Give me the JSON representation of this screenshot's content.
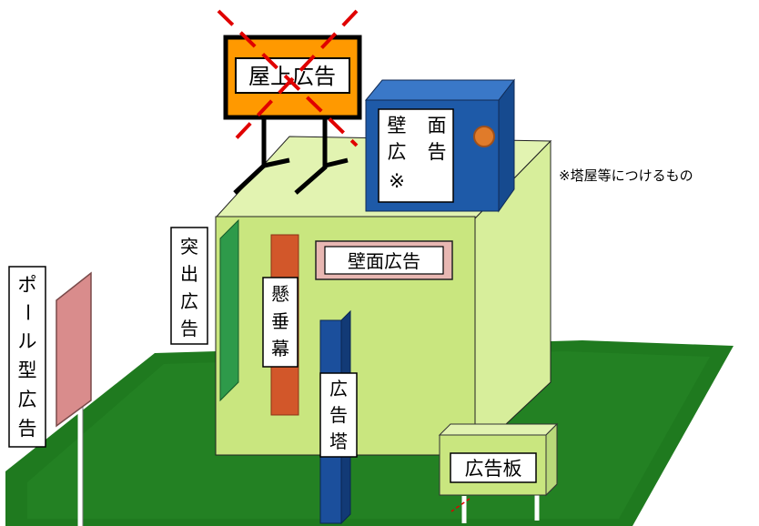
{
  "labels": {
    "rooftop": "屋上広告",
    "wall_upper_chars": [
      "壁",
      "面",
      "広",
      "告",
      "※"
    ],
    "wall_note": "※塔屋等につけるもの",
    "wall_ad": "壁面広告",
    "projecting_chars": [
      "突",
      "出",
      "広",
      "告"
    ],
    "banner_chars": [
      "懸",
      "垂",
      "幕"
    ],
    "tower_chars": [
      "広",
      "告",
      "塔"
    ],
    "pole_chars": [
      "ポ",
      "ー",
      "ル",
      "型",
      "広",
      "告"
    ],
    "board": "広告板"
  },
  "colors": {
    "ground": "#1f7a1f",
    "building_front": "#c9e67f",
    "building_side": "#d7ee9b",
    "building_top": "#e2f3b1",
    "rooftop_sign": "#ff9900",
    "wall_box": "#1e5aa8",
    "projecting_sign": "#2e9a4a",
    "banner": "#d2572a",
    "tower": "#1b4f9c",
    "wall_ad_bg": "#e8b7b2",
    "pole_sign": "#d98c8c",
    "cross_mark": "#e00000"
  }
}
